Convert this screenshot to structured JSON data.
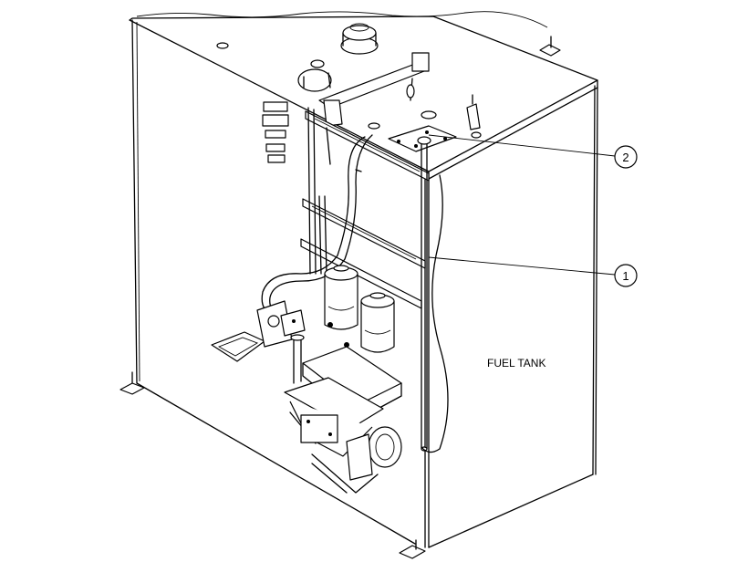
{
  "diagram": {
    "callouts": [
      {
        "id": "callout-1",
        "label": "1"
      },
      {
        "id": "callout-2",
        "label": "2"
      }
    ],
    "component_label": "FUEL TANK"
  }
}
